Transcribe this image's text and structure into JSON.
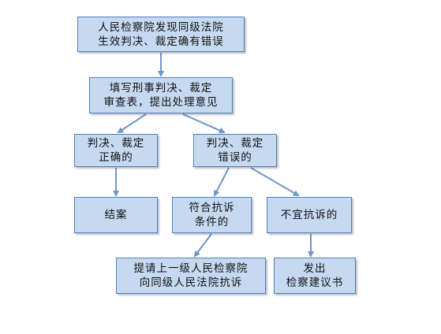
{
  "nodes": {
    "n1": {
      "line1": "人民检察院发现同级法院",
      "line2": "生效判决、裁定确有错误"
    },
    "n2": {
      "line1": "填写刑事判决、裁定",
      "line2": "审查表，提出处理意见"
    },
    "n3": {
      "line1": "判决、裁定",
      "line2": "正确的"
    },
    "n4": {
      "line1": "判决、裁定",
      "line2": "错误的"
    },
    "n5": {
      "line1": "结案"
    },
    "n6": {
      "line1": "符合抗诉",
      "line2": "条件的"
    },
    "n7": {
      "line1": "不宜抗诉的"
    },
    "n8": {
      "line1": "提请上一级人民检察院",
      "line2": "向同级人民法院抗诉"
    },
    "n9": {
      "line1": "发出",
      "line2": "检察建议书"
    }
  },
  "colors": {
    "box_fill": "#c5d9f1",
    "box_border": "#4f81bd",
    "arrow": "#6f95c8"
  }
}
